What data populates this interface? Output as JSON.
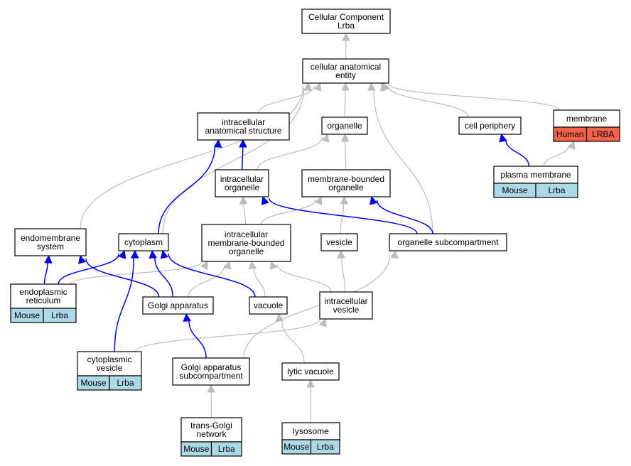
{
  "colors": {
    "is_a_edge": "#bdbdbd",
    "part_of_edge": "#0000ee",
    "mouse_tag": "#add8e6",
    "human_tag": "#f4624a"
  },
  "nodes": [
    {
      "id": "root",
      "lines": [
        "Cellular Component",
        "Lrba"
      ]
    },
    {
      "id": "cae",
      "lines": [
        "cellular anatomical",
        "entity"
      ]
    },
    {
      "id": "ias",
      "lines": [
        "intracellular",
        "anatomical structure"
      ]
    },
    {
      "id": "organelle",
      "lines": [
        "organelle"
      ]
    },
    {
      "id": "cellperiph",
      "lines": [
        "cell periphery"
      ]
    },
    {
      "id": "membrane",
      "lines": [
        "membrane"
      ],
      "tags": [
        {
          "text": "Human",
          "kind": "human"
        },
        {
          "text": "LRBA",
          "kind": "human"
        }
      ]
    },
    {
      "id": "intorg",
      "lines": [
        "intracellular",
        "organelle"
      ]
    },
    {
      "id": "mbo",
      "lines": [
        "membrane-bounded",
        "organelle"
      ]
    },
    {
      "id": "plasmamem",
      "lines": [
        "plasma membrane"
      ],
      "tags": [
        {
          "text": "Mouse",
          "kind": "mouse"
        },
        {
          "text": "Lrba",
          "kind": "mouse"
        }
      ]
    },
    {
      "id": "endosys",
      "lines": [
        "endomembrane",
        "system"
      ]
    },
    {
      "id": "cytoplasm",
      "lines": [
        "cytoplasm"
      ]
    },
    {
      "id": "imbo",
      "lines": [
        "intracellular",
        "membrane-bounded",
        "organelle"
      ]
    },
    {
      "id": "vesicle",
      "lines": [
        "vesicle"
      ]
    },
    {
      "id": "orgsub",
      "lines": [
        "organelle subcompartment"
      ]
    },
    {
      "id": "er",
      "lines": [
        "endoplasmic",
        "reticulum"
      ],
      "tags": [
        {
          "text": "Mouse",
          "kind": "mouse"
        },
        {
          "text": "Lrba",
          "kind": "mouse"
        }
      ]
    },
    {
      "id": "golgi",
      "lines": [
        "Golgi apparatus"
      ]
    },
    {
      "id": "vacuole",
      "lines": [
        "vacuole"
      ]
    },
    {
      "id": "intves",
      "lines": [
        "intracellular",
        "vesicle"
      ]
    },
    {
      "id": "cytves",
      "lines": [
        "cytoplasmic",
        "vesicle"
      ],
      "tags": [
        {
          "text": "Mouse",
          "kind": "mouse"
        },
        {
          "text": "Lrba",
          "kind": "mouse"
        }
      ]
    },
    {
      "id": "golgisub",
      "lines": [
        "Golgi apparatus",
        "subcompartment"
      ]
    },
    {
      "id": "lytic",
      "lines": [
        "lytic vacuole"
      ]
    },
    {
      "id": "transgolgi",
      "lines": [
        "trans-Golgi",
        "network"
      ],
      "tags": [
        {
          "text": "Mouse",
          "kind": "mouse"
        },
        {
          "text": "Lrba",
          "kind": "mouse"
        }
      ]
    },
    {
      "id": "lysosome",
      "lines": [
        "lysosome"
      ],
      "tags": [
        {
          "text": "Mouse",
          "kind": "mouse"
        },
        {
          "text": "Lrba",
          "kind": "mouse"
        }
      ]
    }
  ],
  "edges": [
    {
      "from": "cae",
      "to": "root",
      "type": "is_a"
    },
    {
      "from": "ias",
      "to": "cae",
      "type": "is_a"
    },
    {
      "from": "organelle",
      "to": "cae",
      "type": "is_a"
    },
    {
      "from": "cellperiph",
      "to": "cae",
      "type": "is_a"
    },
    {
      "from": "membrane",
      "to": "cae",
      "type": "is_a"
    },
    {
      "from": "endosys",
      "to": "cae",
      "type": "is_a"
    },
    {
      "from": "cytoplasm",
      "to": "cae",
      "type": "is_a"
    },
    {
      "from": "orgsub",
      "to": "cae",
      "type": "is_a"
    },
    {
      "from": "intorg",
      "to": "ias",
      "type": "part_of"
    },
    {
      "from": "intorg",
      "to": "organelle",
      "type": "is_a"
    },
    {
      "from": "mbo",
      "to": "organelle",
      "type": "is_a"
    },
    {
      "from": "plasmamem",
      "to": "cellperiph",
      "type": "part_of"
    },
    {
      "from": "plasmamem",
      "to": "membrane",
      "type": "is_a"
    },
    {
      "from": "cytoplasm",
      "to": "ias",
      "type": "part_of"
    },
    {
      "from": "imbo",
      "to": "intorg",
      "type": "is_a"
    },
    {
      "from": "imbo",
      "to": "mbo",
      "type": "is_a"
    },
    {
      "from": "vesicle",
      "to": "mbo",
      "type": "is_a"
    },
    {
      "from": "orgsub",
      "to": "intorg",
      "type": "part_of"
    },
    {
      "from": "orgsub",
      "to": "mbo",
      "type": "part_of"
    },
    {
      "from": "er",
      "to": "endosys",
      "type": "part_of"
    },
    {
      "from": "er",
      "to": "cytoplasm",
      "type": "part_of"
    },
    {
      "from": "er",
      "to": "imbo",
      "type": "is_a"
    },
    {
      "from": "golgi",
      "to": "endosys",
      "type": "part_of"
    },
    {
      "from": "golgi",
      "to": "cytoplasm",
      "type": "part_of"
    },
    {
      "from": "golgi",
      "to": "imbo",
      "type": "is_a"
    },
    {
      "from": "vacuole",
      "to": "cytoplasm",
      "type": "part_of"
    },
    {
      "from": "vacuole",
      "to": "imbo",
      "type": "is_a"
    },
    {
      "from": "intves",
      "to": "imbo",
      "type": "is_a"
    },
    {
      "from": "intves",
      "to": "vesicle",
      "type": "is_a"
    },
    {
      "from": "cytves",
      "to": "cytoplasm",
      "type": "part_of"
    },
    {
      "from": "cytves",
      "to": "intves",
      "type": "is_a"
    },
    {
      "from": "golgisub",
      "to": "golgi",
      "type": "part_of"
    },
    {
      "from": "golgisub",
      "to": "orgsub",
      "type": "is_a"
    },
    {
      "from": "lytic",
      "to": "vacuole",
      "type": "is_a"
    },
    {
      "from": "transgolgi",
      "to": "golgisub",
      "type": "is_a"
    },
    {
      "from": "lysosome",
      "to": "lytic",
      "type": "is_a"
    }
  ]
}
